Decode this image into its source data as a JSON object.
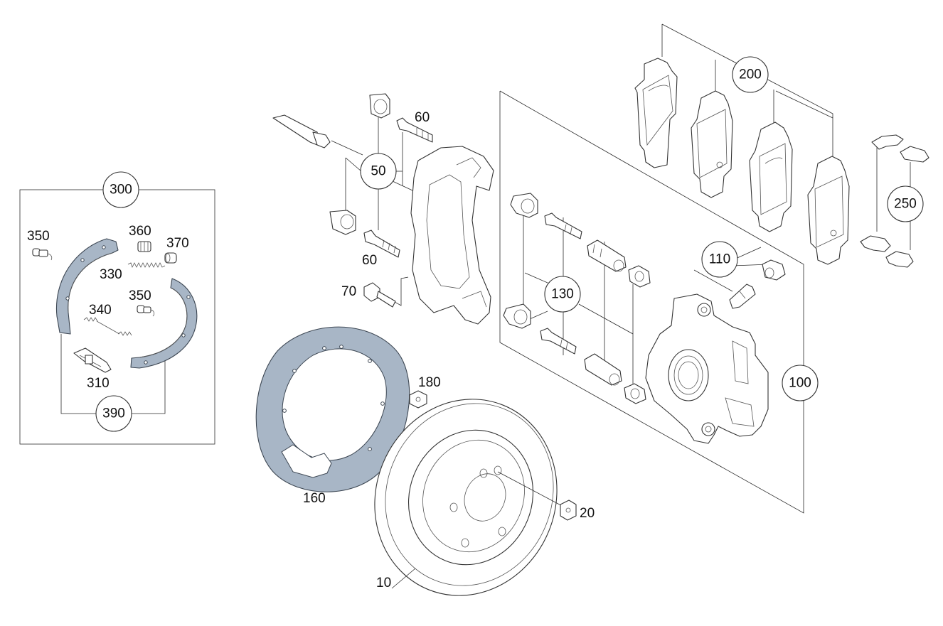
{
  "labels": {
    "p10": "10",
    "p20": "20",
    "p50": "50",
    "p60a": "60",
    "p60b": "60",
    "p70": "70",
    "p100": "100",
    "p110": "110",
    "p130": "130",
    "p160": "160",
    "p180": "180",
    "p200": "200",
    "p250": "250",
    "p300": "300",
    "p310": "310",
    "p330": "330",
    "p340": "340",
    "p350a": "350",
    "p350b": "350",
    "p360": "360",
    "p370": "370",
    "p390": "390"
  },
  "colors": {
    "shield": "#a8b6c6",
    "line": "#2a2a2a"
  }
}
